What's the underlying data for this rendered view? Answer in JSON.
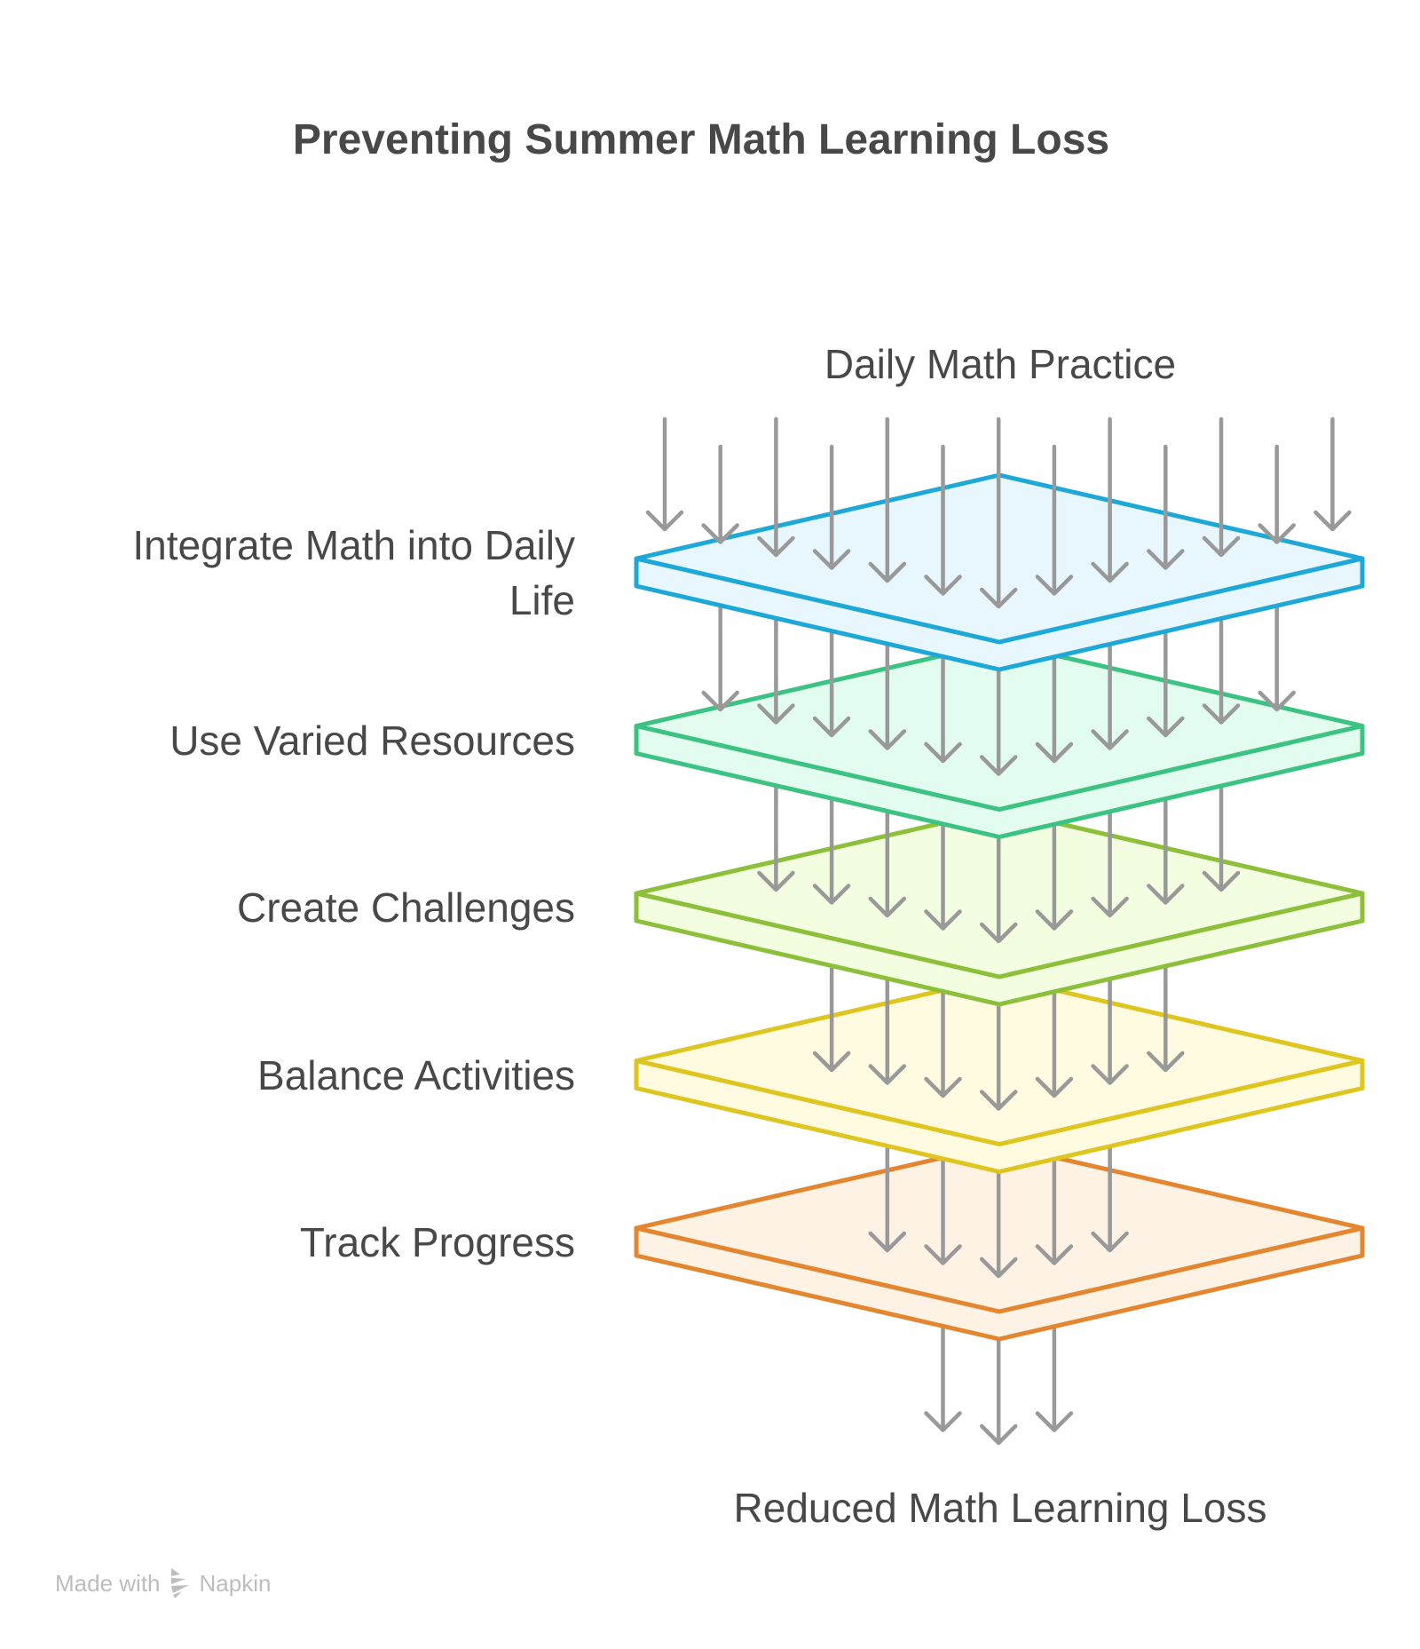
{
  "title": "Preventing Summer Math Learning Loss",
  "input_label": "Daily Math Practice",
  "output_label": "Reduced Math Learning Loss",
  "layers": [
    {
      "label": "Integrate Math into Daily Life",
      "stroke": "#1EA8D8",
      "fill": "#E8F7FE",
      "arrows_in": 13
    },
    {
      "label": "Use Varied Resources",
      "stroke": "#3CC383",
      "fill": "#E2FCEF",
      "arrows_in": 11
    },
    {
      "label": "Create Challenges",
      "stroke": "#8DC03A",
      "fill": "#F3FDE0",
      "arrows_in": 9
    },
    {
      "label": "Balance Activities",
      "stroke": "#DEC51F",
      "fill": "#FFFBE0",
      "arrows_in": 7
    },
    {
      "label": "Track Progress",
      "stroke": "#E3862F",
      "fill": "#FEF2E4",
      "arrows_in": 5
    }
  ],
  "arrows_out": 3,
  "arrow_color": "#999999",
  "text_color": "#484848",
  "footer": {
    "made_with": "Made with",
    "brand": "Napkin",
    "icon": "napkin-logo-icon",
    "color": "#BDBDBD"
  }
}
